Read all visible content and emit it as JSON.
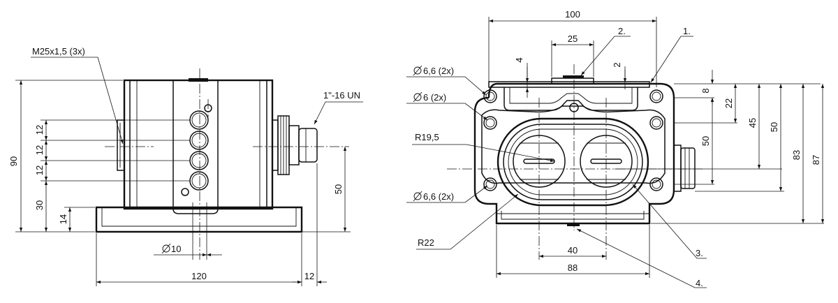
{
  "labels": {
    "thread_m25": "M25x1,5 (3x)",
    "thread_un": "1\"-16 UN",
    "dia10": "10",
    "dia66a": "6,6 (2x)",
    "dia6": "6 (2x)",
    "dia66b": "6,6 (2x)",
    "r195": "R19,5",
    "r22": "R22",
    "callout1": "1.",
    "callout2": "2.",
    "callout3": "3.",
    "callout4": "4."
  },
  "dimensions": {
    "d90": "90",
    "d12a": "12",
    "d12b": "12",
    "d12c": "12",
    "d30": "30",
    "d14": "14",
    "d50_left": "50",
    "d120": "120",
    "d12_right": "12",
    "d100": "100",
    "d25": "25",
    "d4": "4",
    "d2": "2",
    "d8": "8",
    "d22": "22",
    "d45": "45",
    "d50_right": "50",
    "d50_inner": "50",
    "d83": "83",
    "d87": "87",
    "d40": "40",
    "d88": "88"
  }
}
